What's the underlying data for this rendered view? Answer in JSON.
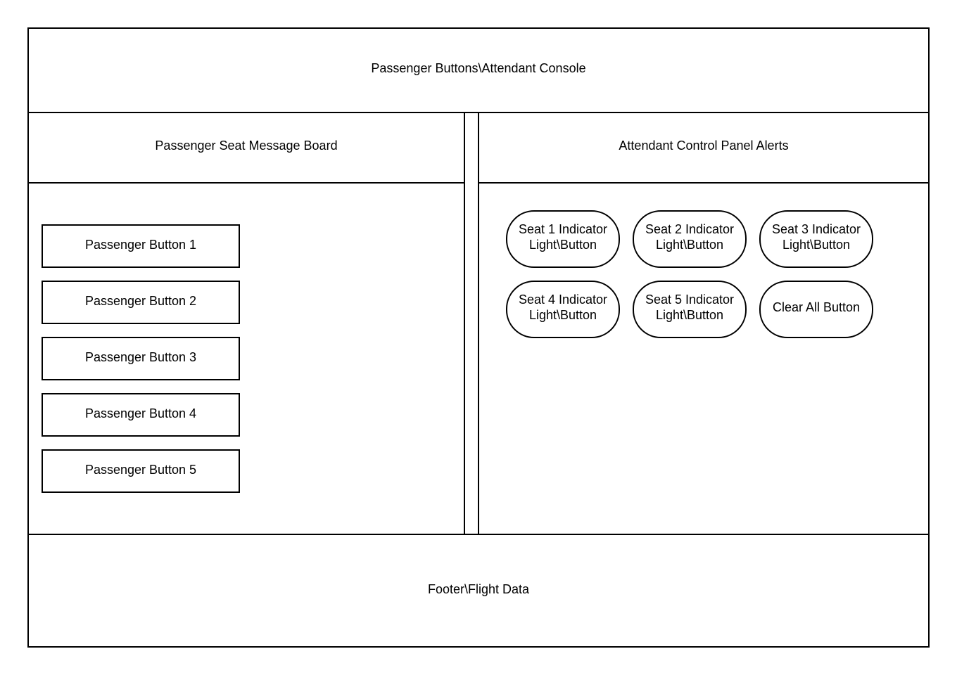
{
  "header": {
    "title": "Passenger Buttons\\Attendant Console"
  },
  "passenger_panel": {
    "title": "Passenger Seat Message Board",
    "buttons": [
      {
        "label": "Passenger Button 1"
      },
      {
        "label": "Passenger Button 2"
      },
      {
        "label": "Passenger Button 3"
      },
      {
        "label": "Passenger Button 4"
      },
      {
        "label": "Passenger Button 5"
      }
    ]
  },
  "attendant_panel": {
    "title": "Attendant Control Panel Alerts",
    "indicators": [
      {
        "label": "Seat 1 Indicator\nLight\\Button"
      },
      {
        "label": "Seat 2 Indicator\nLight\\Button"
      },
      {
        "label": "Seat 3 Indicator\nLight\\Button"
      },
      {
        "label": "Seat 4 Indicator\nLight\\Button"
      },
      {
        "label": "Seat 5 Indicator\nLight\\Button"
      }
    ],
    "clear_all_label": "Clear All Button"
  },
  "footer": {
    "text": "Footer\\Flight Data"
  }
}
